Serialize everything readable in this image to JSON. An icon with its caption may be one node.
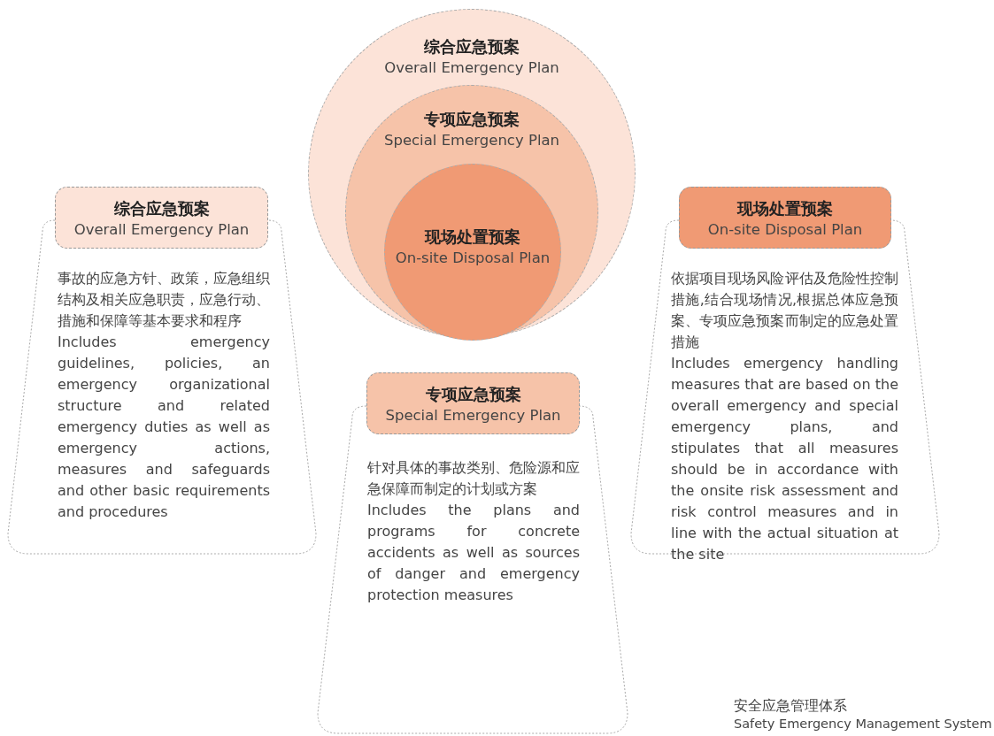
{
  "diagram": {
    "nodes": [
      {
        "text": [
          "综合应急预案",
          "Overall Emergency Plan"
        ]
      },
      {
        "text": [
          "专项应急预案",
          "Special Emergency Plan"
        ],
        "in": 0
      },
      {
        "text": [
          "现场处置预案",
          "On-site Disposal Plan"
        ],
        "in": 1
      },
      {
        "text": [
          "综合应急预案",
          "Overall Emergency Plan"
        ]
      },
      {
        "text": [
          "事故的应急方针、政策，应急组织结构及相关应急职责，应急行动、措施和保障等基本要求和程序",
          "Includes emergency guidelines, policies, an emergency organizational structure and related emergency duties as well as emergency actions, measures and safeguards and other basic requirements and procedures"
        ]
      },
      {
        "text": [
          "专项应急预案",
          "Special Emergency Plan"
        ]
      },
      {
        "text": [
          "针对具体的事故类别、危险源和应急保障而制定的计划或方案",
          "Includes the plans and programs for concrete accidents as well as sources of danger and emergency protection measures"
        ]
      },
      {
        "text": [
          "现场处置预案",
          "On-site Disposal Plan"
        ]
      },
      {
        "text": [
          "依据项目现场风险评估及危险性控制措施,结合现场情况,根据总体应急预案、专项应急预案而制定的应急处置措施",
          "Includes emergency handling measures that are based on the overall emergency and special emergency plans, and stipulates that all measures should be in accordance with the onsite risk assessment and risk control measures and in line with the actual situation at the site"
        ]
      }
    ],
    "labels": [
      "安全应急管理体系",
      "Safety Emergency Management System"
    ]
  }
}
